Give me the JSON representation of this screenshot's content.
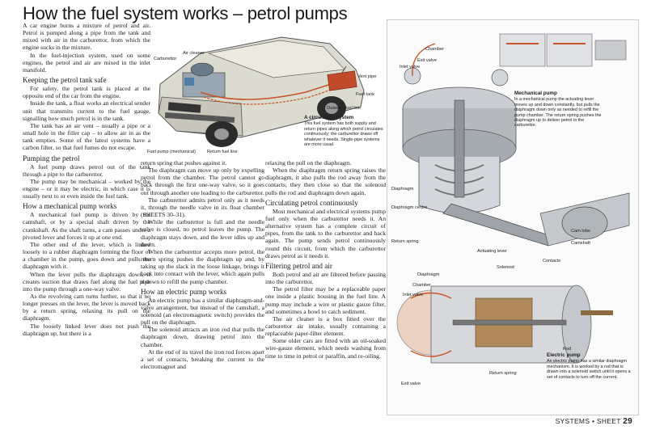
{
  "title": "How the fuel system works – petrol pumps",
  "col1": [
    {
      "type": "p",
      "text": "A car engine burns a mixture of petrol and air. Petrol is pumped along a pipe from the tank and mixed with air in the carburettor, from which the engine sucks in the mixture."
    },
    {
      "type": "p",
      "text": "In the fuel-injection system, used on some engines, the petrol and air are mixed in the inlet manifold."
    },
    {
      "type": "h",
      "text": "Keeping the petrol tank safe"
    },
    {
      "type": "p",
      "text": "For safety, the petrol tank is placed at the opposite end of the car from the engine."
    },
    {
      "type": "p",
      "text": "Inside the tank, a float works an electrical sender unit that transmits current to the fuel gauge, signalling how much petrol is in the tank."
    },
    {
      "type": "p",
      "text": "The tank has an air vent – usually a pipe or a small hole in the filler cap – to allow air in as the tank empties. Some of the latest systems have a carbon filter, so that fuel fumes do not escape."
    },
    {
      "type": "h",
      "text": "Pumping the petrol"
    },
    {
      "type": "p",
      "text": "A fuel pump draws petrol out of the tank through a pipe to the carburettor."
    },
    {
      "type": "p",
      "text": "The pump may be mechanical – worked by the engine – or it may be electric, in which case it is usually next to or even inside the fuel tank."
    },
    {
      "type": "h",
      "text": "How a mechanical pump works"
    },
    {
      "type": "p",
      "text": "A mechanical fuel pump is driven by the camshaft, or by a special shaft driven by the crankshaft. As the shaft turns, a cam passes under a pivoted lever and forces it up at one end."
    },
    {
      "type": "p",
      "text": "The other end of the lever, which is linked loosely to a rubber diaphragm forming the floor of a chamber in the pump, goes down and pulls the diaphragm with it."
    },
    {
      "type": "p",
      "text": "When the lever pulls the diaphragm down, it creates suction that draws fuel along the fuel pipe into the pump through a one-way valve."
    },
    {
      "type": "p",
      "text": "As the revolving cam turns further, so that it no longer presses on the lever, the lever is moved back by a return spring, relaxing its pull on the diaphragm."
    },
    {
      "type": "p",
      "text": "The loosely linked lever does not push the diaphragm up, but there is a"
    }
  ],
  "col2": [
    {
      "type": "p0",
      "text": "return spring that pushes against it."
    },
    {
      "type": "p",
      "text": "The diaphragm can move up only by expelling petrol from the chamber. The petrol cannot go back through the first one-way valve, so it goes out through another one leading to the carburettor."
    },
    {
      "type": "p",
      "text": "The carburettor admits petrol only as it needs it, through the needle valve in its float chamber (SHEETS 30–31)."
    },
    {
      "type": "p",
      "text": "While the carburettor is full and the needle valve is closed, no petrol leaves the pump. The diaphragm stays down, and the lever idles up and down."
    },
    {
      "type": "p",
      "text": "When the carburettor accepts more petrol, the return spring pushes the diaphragm up and, by taking up the slack in the loose linkage, brings it back into contact with the lever, which again pulls it down to refill the pump chamber."
    },
    {
      "type": "h",
      "text": "How an electric pump works"
    },
    {
      "type": "p",
      "text": "An electric pump has a similar diaphragm-and-valve arrangement, but instead of the camshaft, a solenoid (an electromagnetic switch) provides the pull on the diaphragm."
    },
    {
      "type": "p",
      "text": "The solenoid attracts an iron rod that pulls the diaphragm down, drawing petrol into the chamber."
    },
    {
      "type": "p",
      "text": "At the end of its travel the iron rod forces apart a set of contacts, breaking the current to the electromagnet and"
    }
  ],
  "col3": [
    {
      "type": "p0",
      "text": "relaxing the pull on the diaphragm."
    },
    {
      "type": "p",
      "text": "When the diaphragm return spring raises the diaphragm, it also pulls the rod away from the contacts; they then close so that the solenoid pulls the rod and diaphragm down again."
    },
    {
      "type": "h",
      "text": "Circulating petrol continuously"
    },
    {
      "type": "p",
      "text": "Most mechanical and electrical systems pump fuel only when the carburettor needs it. An alternative system has a complete circuit of pipes, from the tank to the carburettor and back again. The pump sends petrol continuously round this circuit, from which the carburettor draws petrol as it needs it."
    },
    {
      "type": "h",
      "text": "Filtering petrol and air"
    },
    {
      "type": "p",
      "text": "Both petrol and air are filtered before passing into the carburettor."
    },
    {
      "type": "p",
      "text": "The petrol filter may be a replaceable paper one inside a plastic housing in the fuel line. A pump may include a wire or plastic gauze filter, and sometimes a bowl to catch sediment."
    },
    {
      "type": "p",
      "text": "The air cleaner is a box fitted over the carburettor air intake, usually containing a replaceable paper-filter element."
    },
    {
      "type": "p",
      "text": "Some older cars are fitted with an oil-soaked wire-gauze element, which needs washing from time to time in petrol or paraffin, and re-oiling."
    }
  ],
  "car_labels": {
    "carburettor": "Carburettor",
    "air_cleaner": "Air cleaner",
    "vent_pipe": "Vent pipe",
    "fuel_tank": "Fuel tank",
    "outward_fuel_line": "Outward fuel line",
    "fuel_pump": "Fuel pump (mechanical)",
    "return_fuel_line": "Return fuel line"
  },
  "circ_caption": {
    "title": "A circulating system",
    "text": "This fuel system has both supply and return pipes along which petrol circulates continuously; the carburettor draws off whatever it needs. Single-pipe systems are more usual."
  },
  "mech_labels": {
    "chamber": "Chamber",
    "exit_valve": "Exit valve",
    "inlet_valve": "Inlet valve",
    "diaphragm": "Diaphragm",
    "diaphragm_centre": "Diaphragm centre",
    "return_spring": "Return spring",
    "actuating_lever": "Actuating lever",
    "cam_lobe": "Cam lobe",
    "camshaft": "Camshaft"
  },
  "mech_caption": {
    "title": "Mechanical pump",
    "text": "In a mechanical pump the actuating lever moves up and down constantly, but pulls the diaphragm down only as needed to refill the pump chamber. The return spring pushes the diaphragm up to deliver petrol to the carburettor."
  },
  "elec_labels": {
    "diaphragm": "Diaphragm",
    "chamber": "Chamber",
    "inlet_valve": "Inlet valve",
    "solenoid": "Solenoid",
    "contacts": "Contacts",
    "rod": "Rod",
    "return_spring": "Return spring",
    "exit_valve": "Exit valve"
  },
  "elec_caption": {
    "title": "Electric pump",
    "text": "An electric pump has a similar diaphragm mechanism. It is worked by a rod that is drawn into a solenoid switch until it opens a set of contacts to turn off the current."
  },
  "footer": {
    "section": "SYSTEMS",
    "sheet": "SHEET",
    "page": "29"
  },
  "colors": {
    "car_body": "#d8d6c8",
    "pump_metal": "#b9bcc0",
    "fuel": "#c8552b",
    "frame": "#cccccc"
  }
}
